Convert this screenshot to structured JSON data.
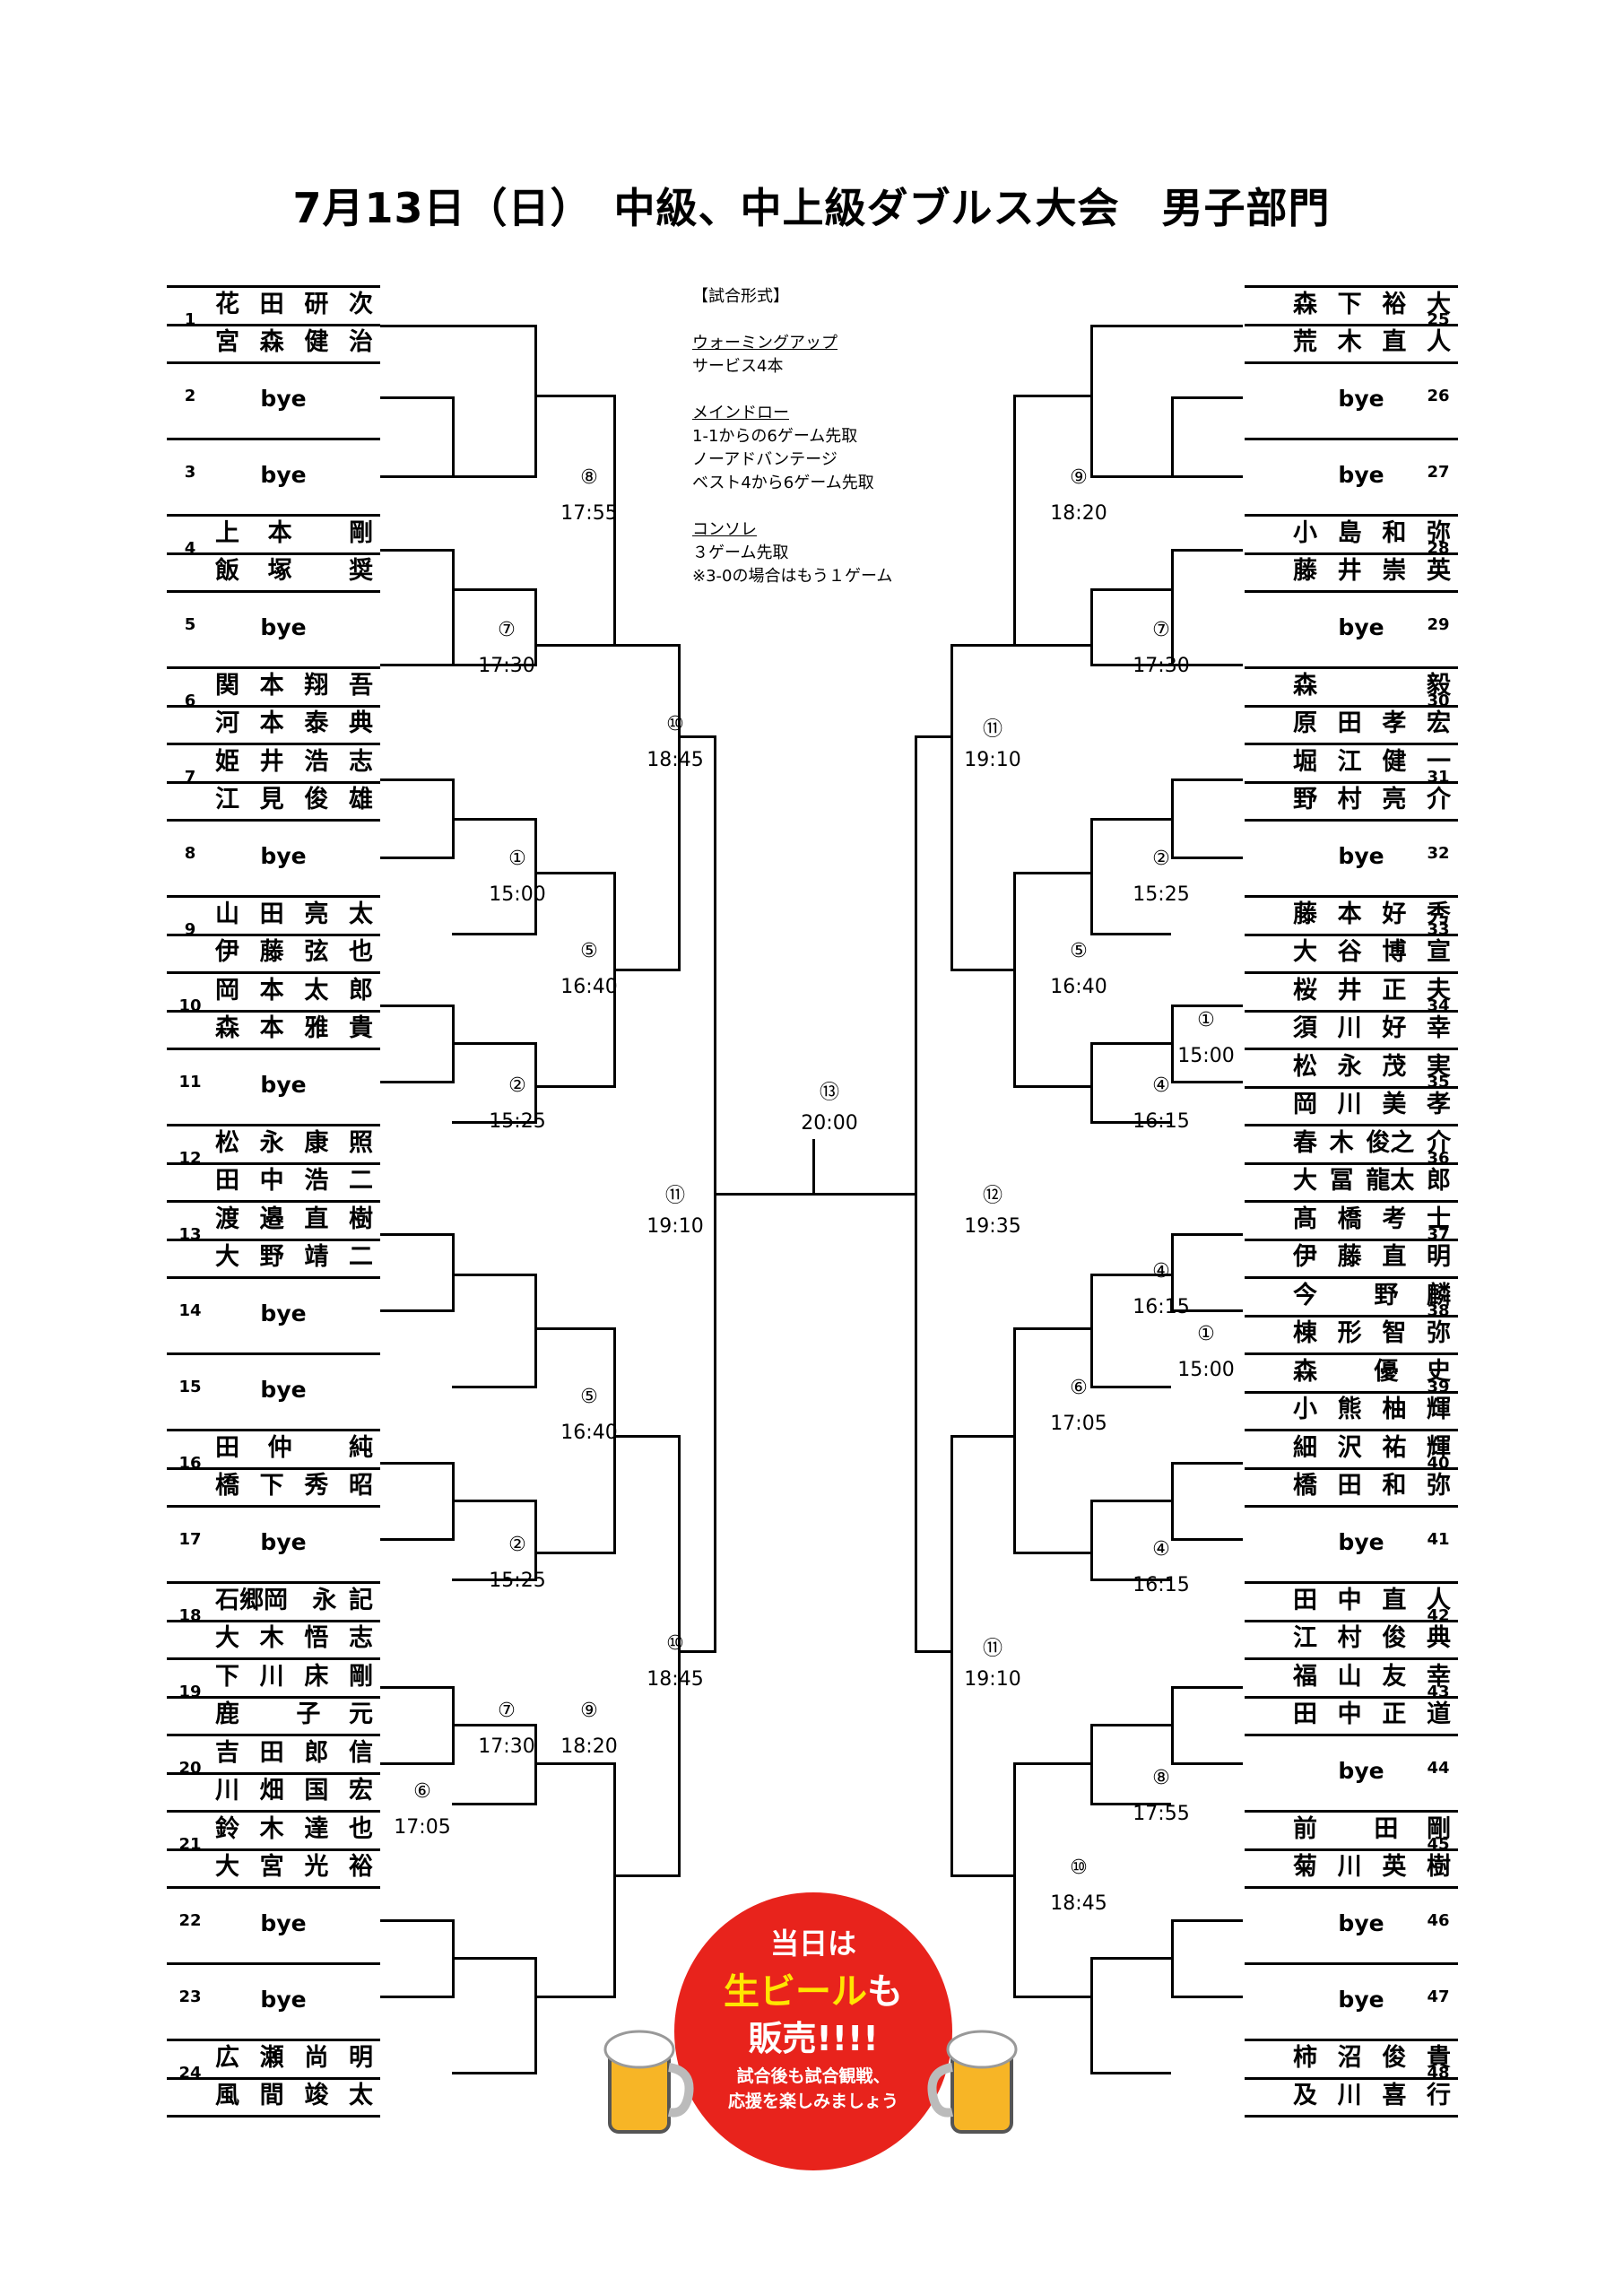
{
  "title": "7月13日（日）　中級、中上級ダブルス大会　男子部門",
  "rules": {
    "header": "【試合形式】",
    "sections": [
      {
        "heading": "ウォーミングアップ",
        "lines": [
          "サービス4本"
        ]
      },
      {
        "heading": "メインドロー",
        "lines": [
          "1-1からの6ゲーム先取",
          "ノーアドバンテージ",
          "ベスト4から6ゲーム先取"
        ]
      },
      {
        "heading": "コンソレ",
        "lines": [
          "３ゲーム先取",
          "※3-0の場合はもう１ゲーム"
        ]
      }
    ]
  },
  "left_entries": [
    {
      "no": "1",
      "players": [
        [
          "花",
          "田",
          "研",
          "次"
        ],
        [
          "宮",
          "森",
          "健",
          "治"
        ]
      ]
    },
    {
      "no": "2",
      "bye": "bye"
    },
    {
      "no": "3",
      "bye": "bye"
    },
    {
      "no": "4",
      "players": [
        [
          "上",
          "本",
          "",
          "剛"
        ],
        [
          "飯",
          "塚",
          "",
          "奨"
        ]
      ]
    },
    {
      "no": "5",
      "bye": "bye"
    },
    {
      "no": "6",
      "players": [
        [
          "関",
          "本",
          "翔",
          "吾"
        ],
        [
          "河",
          "本",
          "泰",
          "典"
        ]
      ]
    },
    {
      "no": "7",
      "players": [
        [
          "姫",
          "井",
          "浩",
          "志"
        ],
        [
          "江",
          "見",
          "俊",
          "雄"
        ]
      ]
    },
    {
      "no": "8",
      "bye": "bye"
    },
    {
      "no": "9",
      "players": [
        [
          "山",
          "田",
          "亮",
          "太"
        ],
        [
          "伊",
          "藤",
          "弦",
          "也"
        ]
      ]
    },
    {
      "no": "10",
      "players": [
        [
          "岡",
          "本",
          "太",
          "郎"
        ],
        [
          "森",
          "本",
          "雅",
          "貴"
        ]
      ]
    },
    {
      "no": "11",
      "bye": "bye"
    },
    {
      "no": "12",
      "players": [
        [
          "松",
          "永",
          "康",
          "照"
        ],
        [
          "田",
          "中",
          "浩",
          "二"
        ]
      ]
    },
    {
      "no": "13",
      "players": [
        [
          "渡",
          "邉",
          "直",
          "樹"
        ],
        [
          "大",
          "野",
          "靖",
          "二"
        ]
      ]
    },
    {
      "no": "14",
      "bye": "bye"
    },
    {
      "no": "15",
      "bye": "bye"
    },
    {
      "no": "16",
      "players": [
        [
          "田",
          "仲",
          "",
          "純"
        ],
        [
          "橋",
          "下",
          "秀",
          "昭"
        ]
      ]
    },
    {
      "no": "17",
      "bye": "bye"
    },
    {
      "no": "18",
      "players": [
        [
          "石郷岡",
          "",
          "永",
          "記"
        ],
        [
          "大",
          "木",
          "悟",
          "志"
        ]
      ]
    },
    {
      "no": "19",
      "players": [
        [
          "下",
          "川",
          "床",
          "剛"
        ],
        [
          "鹿",
          "",
          "子",
          "元"
        ]
      ]
    },
    {
      "no": "20",
      "players": [
        [
          "吉",
          "田",
          "郎",
          "信"
        ],
        [
          "川",
          "畑",
          "国",
          "宏"
        ]
      ]
    },
    {
      "no": "21",
      "players": [
        [
          "鈴",
          "木",
          "達",
          "也"
        ],
        [
          "大",
          "宮",
          "光",
          "裕"
        ]
      ]
    },
    {
      "no": "22",
      "bye": "bye"
    },
    {
      "no": "23",
      "bye": "bye"
    },
    {
      "no": "24",
      "players": [
        [
          "広",
          "瀬",
          "尚",
          "明"
        ],
        [
          "風",
          "間",
          "竣",
          "太"
        ]
      ]
    }
  ],
  "right_entries": [
    {
      "no": "25",
      "players": [
        [
          "森",
          "下",
          "裕",
          "大"
        ],
        [
          "荒",
          "木",
          "直",
          "人"
        ]
      ]
    },
    {
      "no": "26",
      "bye": "bye"
    },
    {
      "no": "27",
      "bye": "bye"
    },
    {
      "no": "28",
      "players": [
        [
          "小",
          "島",
          "和",
          "弥"
        ],
        [
          "藤",
          "井",
          "崇",
          "英"
        ]
      ]
    },
    {
      "no": "29",
      "bye": "bye"
    },
    {
      "no": "30",
      "players": [
        [
          "森",
          "",
          "",
          "毅"
        ],
        [
          "原",
          "田",
          "孝",
          "宏"
        ]
      ]
    },
    {
      "no": "31",
      "players": [
        [
          "堀",
          "江",
          "健",
          "一"
        ],
        [
          "野",
          "村",
          "亮",
          "介"
        ]
      ]
    },
    {
      "no": "32",
      "bye": "bye"
    },
    {
      "no": "33",
      "players": [
        [
          "藤",
          "本",
          "好",
          "秀"
        ],
        [
          "大",
          "谷",
          "博",
          "宣"
        ]
      ]
    },
    {
      "no": "34",
      "players": [
        [
          "桜",
          "井",
          "正",
          "夫"
        ],
        [
          "須",
          "川",
          "好",
          "幸"
        ]
      ]
    },
    {
      "no": "35",
      "players": [
        [
          "松",
          "永",
          "茂",
          "実"
        ],
        [
          "岡",
          "川",
          "美",
          "孝"
        ]
      ]
    },
    {
      "no": "36",
      "players": [
        [
          "春",
          "木",
          "俊之",
          "介"
        ],
        [
          "大",
          "冨",
          "龍太",
          "郎"
        ]
      ]
    },
    {
      "no": "37",
      "players": [
        [
          "髙",
          "橋",
          "考",
          "士"
        ],
        [
          "伊",
          "藤",
          "直",
          "明"
        ]
      ]
    },
    {
      "no": "38",
      "players": [
        [
          "今",
          "",
          "野",
          "麟"
        ],
        [
          "棟",
          "形",
          "智",
          "弥"
        ]
      ]
    },
    {
      "no": "39",
      "players": [
        [
          "森",
          "",
          "優",
          "史"
        ],
        [
          "小",
          "熊",
          "柚",
          "輝"
        ]
      ]
    },
    {
      "no": "40",
      "players": [
        [
          "細",
          "沢",
          "祐",
          "輝"
        ],
        [
          "橋",
          "田",
          "和",
          "弥"
        ]
      ]
    },
    {
      "no": "41",
      "bye": "bye"
    },
    {
      "no": "42",
      "players": [
        [
          "田",
          "中",
          "直",
          "人"
        ],
        [
          "江",
          "村",
          "俊",
          "典"
        ]
      ]
    },
    {
      "no": "43",
      "players": [
        [
          "福",
          "山",
          "友",
          "幸"
        ],
        [
          "田",
          "中",
          "正",
          "道"
        ]
      ]
    },
    {
      "no": "44",
      "bye": "bye"
    },
    {
      "no": "45",
      "players": [
        [
          "前",
          "",
          "田",
          "剛"
        ],
        [
          "菊",
          "川",
          "英",
          "樹"
        ]
      ]
    },
    {
      "no": "46",
      "bye": "bye"
    },
    {
      "no": "47",
      "bye": "bye"
    },
    {
      "no": "48",
      "players": [
        [
          "柿",
          "沼",
          "俊",
          "貴"
        ],
        [
          "及",
          "川",
          "喜",
          "行"
        ]
      ]
    }
  ],
  "match_labels": [
    {
      "num": "⑧",
      "time": "17:55"
    },
    {
      "num": "⑦",
      "time": "17:30"
    },
    {
      "num": "①",
      "time": "15:00"
    },
    {
      "num": "②",
      "time": "15:25"
    },
    {
      "num": "⑤",
      "time": "16:40"
    },
    {
      "num": "⑩",
      "time": "18:45"
    },
    {
      "num": "⑪",
      "time": "19:10"
    },
    {
      "num": "②",
      "time": "15:25"
    },
    {
      "num": "⑤",
      "time": "16:40"
    },
    {
      "num": "⑦",
      "time": "17:30"
    },
    {
      "num": "⑥",
      "time": "17:05"
    },
    {
      "num": "⑨",
      "time": "18:20"
    },
    {
      "num": "⑩",
      "time": "18:45"
    },
    {
      "num": "⑨",
      "time": "18:20"
    },
    {
      "num": "⑦",
      "time": "17:30"
    },
    {
      "num": "②",
      "time": "15:25"
    },
    {
      "num": "①",
      "time": "15:00"
    },
    {
      "num": "④",
      "time": "16:15"
    },
    {
      "num": "⑤",
      "time": "16:40"
    },
    {
      "num": "⑪",
      "time": "19:10"
    },
    {
      "num": "④",
      "time": "16:15"
    },
    {
      "num": "①",
      "time": "15:00"
    },
    {
      "num": "⑥",
      "time": "17:05"
    },
    {
      "num": "④",
      "time": "16:15"
    },
    {
      "num": "⑧",
      "time": "17:55"
    },
    {
      "num": "⑪",
      "time": "19:10"
    },
    {
      "num": "⑩",
      "time": "18:45"
    },
    {
      "num": "⑫",
      "time": "19:35"
    },
    {
      "num": "⑬",
      "time": "20:00"
    }
  ],
  "promo": {
    "line1": "当日は",
    "line2a": "生ビール",
    "line2b": "も",
    "line3": "販売!!!!",
    "line4": "試合後も試合観戦、",
    "line5": "応援を楽しみましょう"
  },
  "colors": {
    "promo_bg": "#e8231c",
    "promo_highlight": "#ffe600",
    "beer": "#f7b526"
  }
}
